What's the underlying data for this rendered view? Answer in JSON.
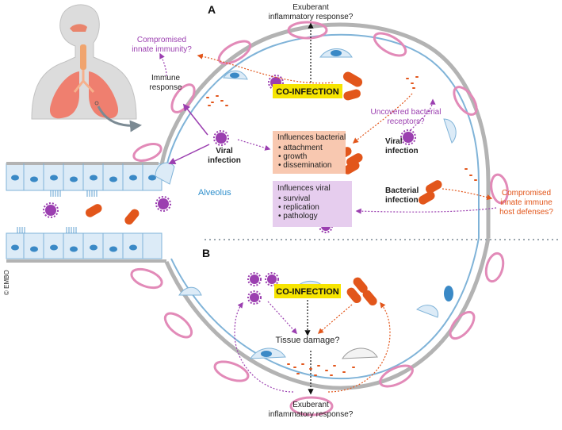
{
  "panels": {
    "a": "A",
    "b": "B"
  },
  "copyright": "© EMBO",
  "alveolus_label": "Alveolus",
  "top": {
    "exuberant_line1": "Exuberant",
    "exuberant_line2": "inflammatory response?",
    "compromised_innate_line1": "Compromised",
    "compromised_innate_line2": "innate immunity?",
    "immune_response_line1": "Immune",
    "immune_response_line2": "response",
    "coinfection": "CO-INFECTION",
    "uncovered_line1": "Uncovered bacterial",
    "uncovered_line2": "receptors?",
    "viral_infection_left_line1": "Viral",
    "viral_infection_left_line2": "infection",
    "viral_infection_right_line1": "Viral",
    "viral_infection_right_line2": "infection",
    "bacterial_infection_line1": "Bacterial",
    "bacterial_infection_line2": "infection",
    "compromised_host_line1": "Compromised",
    "compromised_host_line2": "innate immune",
    "compromised_host_line3": "host defenses?"
  },
  "bacterial_box": {
    "title": "Influences bacterial",
    "items": [
      "attachment",
      "growth",
      "dissemination"
    ]
  },
  "viral_box": {
    "title": "Influences viral",
    "items": [
      "survival",
      "replication",
      "pathology"
    ]
  },
  "bottom": {
    "coinfection": "CO-INFECTION",
    "tissue_damage": "Tissue damage?",
    "exuberant_line1": "Exuberant",
    "exuberant_line2": "inflammatory response?"
  },
  "colors": {
    "viral": "#9b3fb0",
    "bacterial": "#e2561b",
    "banner": "#f6e400",
    "bacterial_box": "#f8c8b0",
    "viral_box": "#e6cdee",
    "epithelium": "#dcebf7",
    "membrane": "#b3b3b3"
  }
}
